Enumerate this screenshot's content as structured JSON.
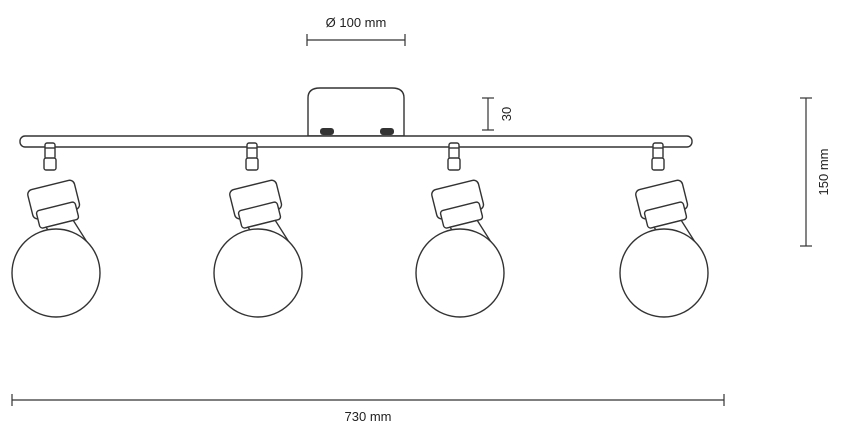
{
  "dimensions": {
    "canopy_diameter": "Ø 100 mm",
    "canopy_height": "30",
    "total_height": "150 mm",
    "total_width": "730 mm"
  },
  "spots": [
    "spot-1",
    "spot-2",
    "spot-3",
    "spot-4"
  ]
}
